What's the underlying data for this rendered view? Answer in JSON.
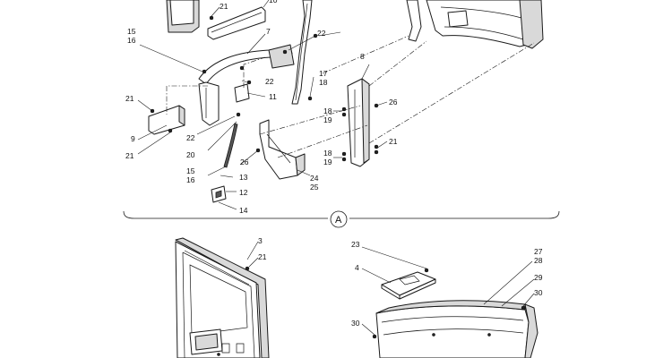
{
  "reference_mark": "A",
  "labels": {
    "l3": "3",
    "l4": "4",
    "l7": "7",
    "l8": "8",
    "l9": "9",
    "l10": "10",
    "l11": "11",
    "l12": "12",
    "l13": "13",
    "l14": "14",
    "l15a": "15",
    "l16a": "16",
    "l15b": "15",
    "l16b": "16",
    "l17": "17",
    "l18a": "18",
    "l18b": "18",
    "l18c": "18",
    "l19a": "19",
    "l19b": "19",
    "l20": "20",
    "l21a": "21",
    "l21b": "21",
    "l21c": "21",
    "l21d": "21",
    "l21e": "21",
    "l22a": "22",
    "l22b": "22",
    "l22c": "22",
    "l23": "23",
    "l24": "24",
    "l25": "25",
    "l26a": "26",
    "l26b": "26",
    "l27": "27",
    "l28": "28",
    "l29": "29",
    "l30a": "30",
    "l30b": "30"
  }
}
